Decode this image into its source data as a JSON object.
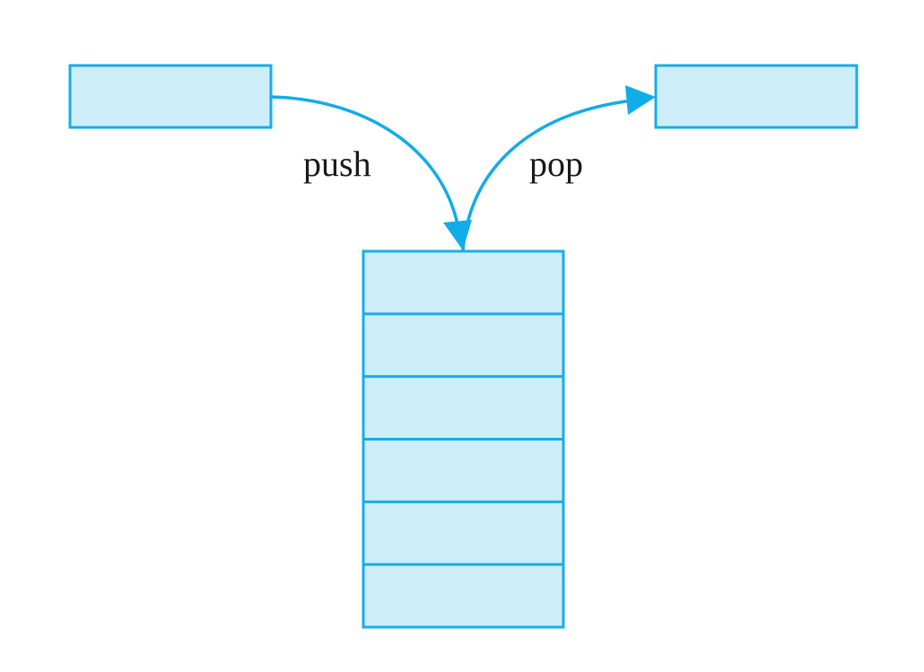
{
  "diagram": {
    "push_label": "push",
    "pop_label": "pop",
    "stack_slots": 6
  },
  "colors": {
    "stroke": "#19ade6",
    "fill": "#cdedf8",
    "arrow": "#12ace8",
    "text": "#1a1a1a"
  }
}
